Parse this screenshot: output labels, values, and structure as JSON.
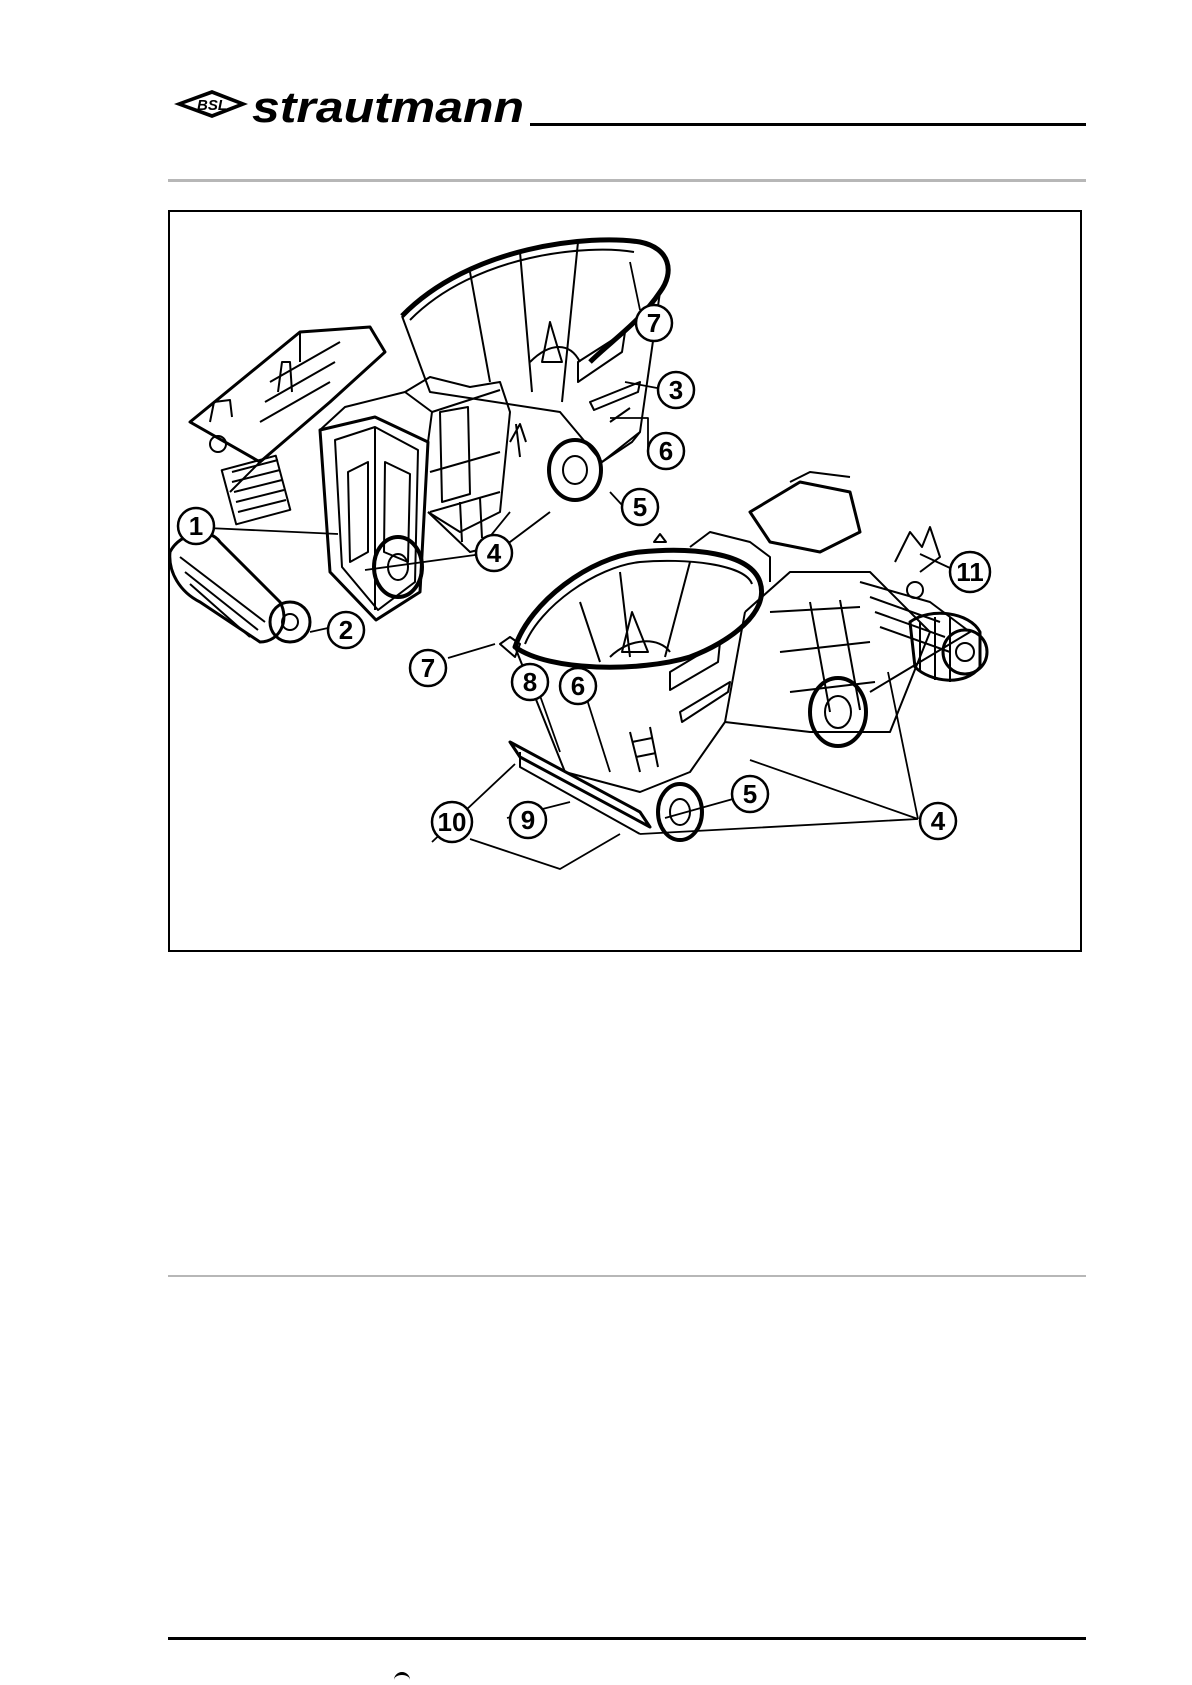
{
  "header": {
    "brand_badge": "BSL",
    "brand_name": "strautmann"
  },
  "figure": {
    "callouts": [
      {
        "id": "c1",
        "label": "1"
      },
      {
        "id": "c2",
        "label": "2"
      },
      {
        "id": "c3",
        "label": "3"
      },
      {
        "id": "c4a",
        "label": "4"
      },
      {
        "id": "c5a",
        "label": "5"
      },
      {
        "id": "c6a",
        "label": "6"
      },
      {
        "id": "c7a",
        "label": "7"
      },
      {
        "id": "c7b",
        "label": "7"
      },
      {
        "id": "c8",
        "label": "8"
      },
      {
        "id": "c6b",
        "label": "6"
      },
      {
        "id": "c5b",
        "label": "5"
      },
      {
        "id": "c9",
        "label": "9"
      },
      {
        "id": "c10",
        "label": "10"
      },
      {
        "id": "c4b",
        "label": "4"
      },
      {
        "id": "c11",
        "label": "11"
      }
    ]
  },
  "colors": {
    "line": "#000000",
    "rule_grey": "#b7b7b7",
    "background": "#ffffff"
  }
}
